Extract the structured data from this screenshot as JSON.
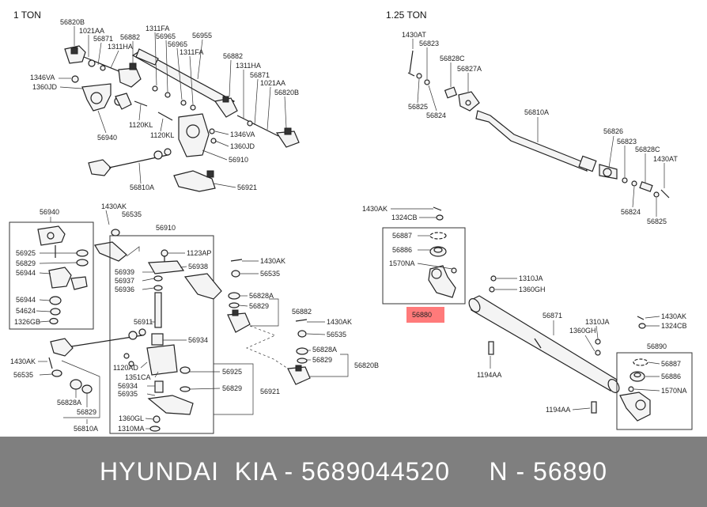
{
  "sections": {
    "left_title": "1  TON",
    "right_title": "1.25  TON"
  },
  "highlight": {
    "label": "56880",
    "color": "#ff7a7a"
  },
  "labels": {
    "l_56820B_a": "56820B",
    "l_1021AA_a": "1021AA",
    "l_56871_a": "56871",
    "l_1311HA_a": "1311HA",
    "l_56882_a": "56882",
    "l_1311FA_a": "1311FA",
    "l_56965_a": "56965",
    "l_56965_b": "56965",
    "l_56955": "56955",
    "l_1311FA_b": "1311FA",
    "l_1346VA_a": "1346VA",
    "l_1360JD_a": "1360JD",
    "l_56882_b": "56882",
    "l_1311HA_b": "1311HA",
    "l_56871_b": "56871",
    "l_1021AA_b": "1021AA",
    "l_56820B_b": "56820B",
    "l_1120KL_a": "1120KL",
    "l_1120KL_b": "1120KL",
    "l_56940_a": "56940",
    "l_1346VA_b": "1346VA",
    "l_1360JD_b": "1360JD",
    "l_56910_a": "56910",
    "l_56810A_a": "56810A",
    "l_56921_a": "56921",
    "l_56940_b": "56940",
    "l_1430AK_a": "1430AK",
    "l_56535_a": "56535",
    "l_56910_b": "56910",
    "l_56925_a": "56925",
    "l_56829_a": "56829",
    "l_56944_a": "56944",
    "l_56944_b": "56944",
    "l_54624": "54624",
    "l_1326GB": "1326GB",
    "l_1123AP": "1123AP",
    "l_56938": "56938",
    "l_56939": "56939",
    "l_56937": "56937",
    "l_56936": "56936",
    "l_1430AK_b": "1430AK",
    "l_56535_b": "56535",
    "l_56828A_a": "56828A",
    "l_56829_b": "56829",
    "l_56882_c": "56882",
    "l_1430AK_c": "1430AK",
    "l_56535_c": "56535",
    "l_56911": "56911",
    "l_56934_a": "56934",
    "l_1430AK_d": "1430AK",
    "l_56535_d": "56535",
    "l_1120AD": "1120AD",
    "l_1351CA": "1351CA",
    "l_56934_b": "56934",
    "l_56935": "56935",
    "l_56925_b": "56925",
    "l_56829_c": "56829",
    "l_56921_b": "56921",
    "l_56828A_b": "56828A",
    "l_56829_d": "56829",
    "l_56820B_c": "56820B",
    "l_56828A_c": "56828A",
    "l_56829_e": "56829",
    "l_56810A_b": "56810A",
    "l_1360GL": "1360GL",
    "l_1310MA": "1310MA",
    "l_1430AT_a": "1430AT",
    "l_56823_a": "56823",
    "l_56828C_a": "56828C",
    "l_56827A": "56827A",
    "l_56825_a": "56825",
    "l_56824_a": "56824",
    "l_56810A_c": "56810A",
    "l_56826": "56826",
    "l_56823_b": "56823",
    "l_56828C_b": "56828C",
    "l_1430AT_b": "1430AT",
    "l_56824_b": "56824",
    "l_56825_b": "56825",
    "l_1430AK_e": "1430AK",
    "l_1324CB_a": "1324CB",
    "l_56887_a": "56887",
    "l_56886_a": "56886",
    "l_1570NA_a": "1570NA",
    "l_1310JA_a": "1310JA",
    "l_1360GH_a": "1360GH",
    "l_56871_c": "56871",
    "l_1310JA_b": "1310JA",
    "l_1360GH_b": "1360GH",
    "l_1430AK_f": "1430AK",
    "l_1324CB_b": "1324CB",
    "l_56890": "56890",
    "l_56887_b": "56887",
    "l_56886_b": "56886",
    "l_1570NA_b": "1570NA",
    "l_1194AA_a": "1194AA",
    "l_1194AA_b": "1194AA"
  },
  "footer": {
    "text": "HYUNDAI  KIA - 5689044520     N - 56890"
  }
}
